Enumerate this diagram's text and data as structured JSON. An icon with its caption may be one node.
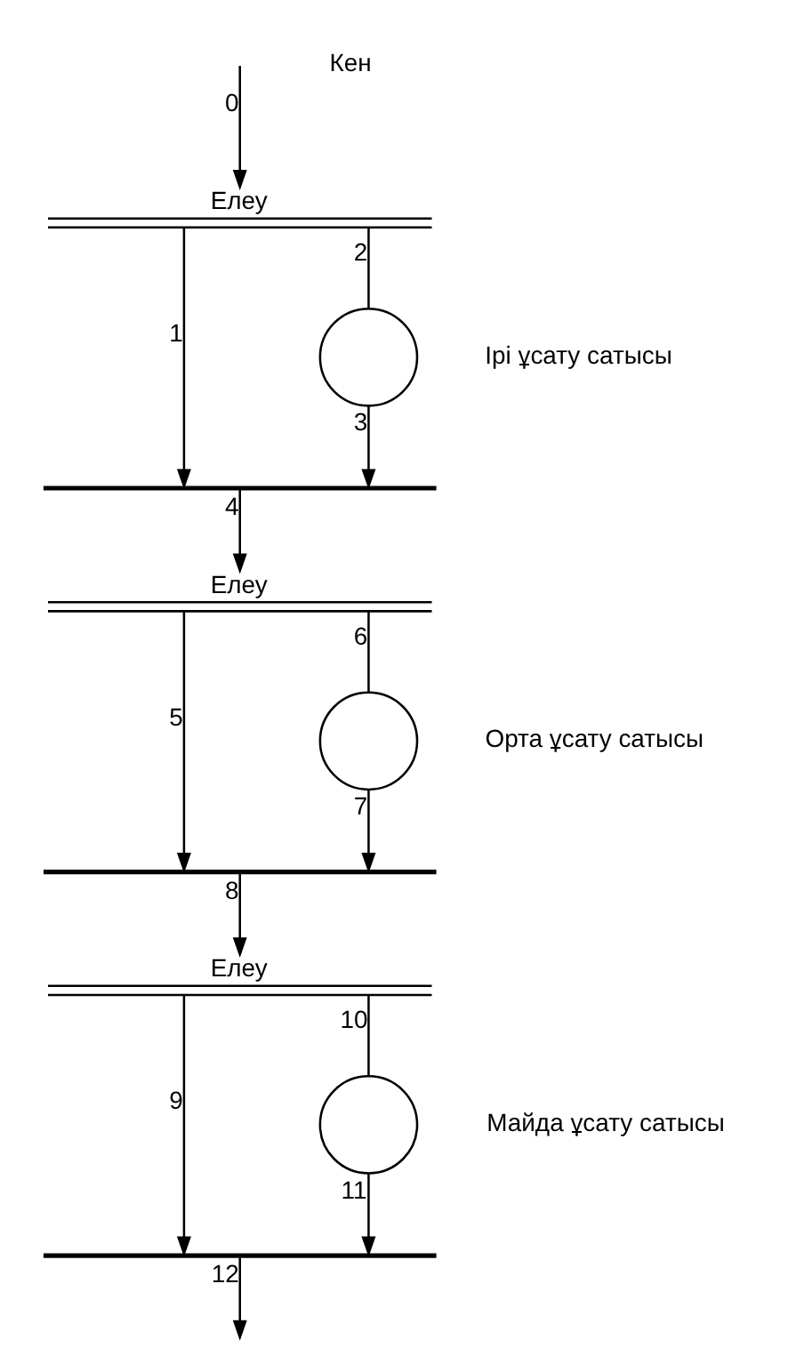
{
  "diagram": {
    "nodes": [
      {
        "text": [
          "Елеу"
        ]
      },
      {
        "text": [],
        "shape": "circle",
        "beside": [
          "Ірі ұсату сатысы"
        ]
      },
      {
        "text": [],
        "shape": "bar"
      },
      {
        "text": [
          "Елеу"
        ]
      },
      {
        "text": [],
        "shape": "circle",
        "beside": [
          "Орта ұсату сатысы"
        ]
      },
      {
        "text": [],
        "shape": "bar"
      },
      {
        "text": [
          "Елеу"
        ]
      },
      {
        "text": [],
        "shape": "circle",
        "beside": [
          "Майда ұсату сатысы"
        ]
      },
      {
        "text": [],
        "shape": "bar"
      }
    ],
    "edges": [
      {
        "from": null,
        "to": 0,
        "arrow": "to",
        "label": "0"
      },
      {
        "from": 0,
        "to": 2,
        "arrow": "to",
        "label": "1"
      },
      {
        "from": 0,
        "to": 1,
        "arrow": "none",
        "label": "2"
      },
      {
        "from": 1,
        "to": 2,
        "arrow": "to",
        "label": "3"
      },
      {
        "from": 2,
        "to": 3,
        "arrow": "to",
        "label": "4"
      },
      {
        "from": 3,
        "to": 5,
        "arrow": "to",
        "label": "5"
      },
      {
        "from": 3,
        "to": 4,
        "arrow": "none",
        "label": "6"
      },
      {
        "from": 4,
        "to": 5,
        "arrow": "to",
        "label": "7"
      },
      {
        "from": 5,
        "to": 6,
        "arrow": "to",
        "label": "8"
      },
      {
        "from": 6,
        "to": 8,
        "arrow": "to",
        "label": "9"
      },
      {
        "from": 6,
        "to": 7,
        "arrow": "none",
        "label": "10"
      },
      {
        "from": 7,
        "to": 8,
        "arrow": "to",
        "label": "11"
      },
      {
        "from": 8,
        "to": null,
        "arrow": "to",
        "label": "12"
      }
    ],
    "labels": [
      "Кен"
    ]
  }
}
